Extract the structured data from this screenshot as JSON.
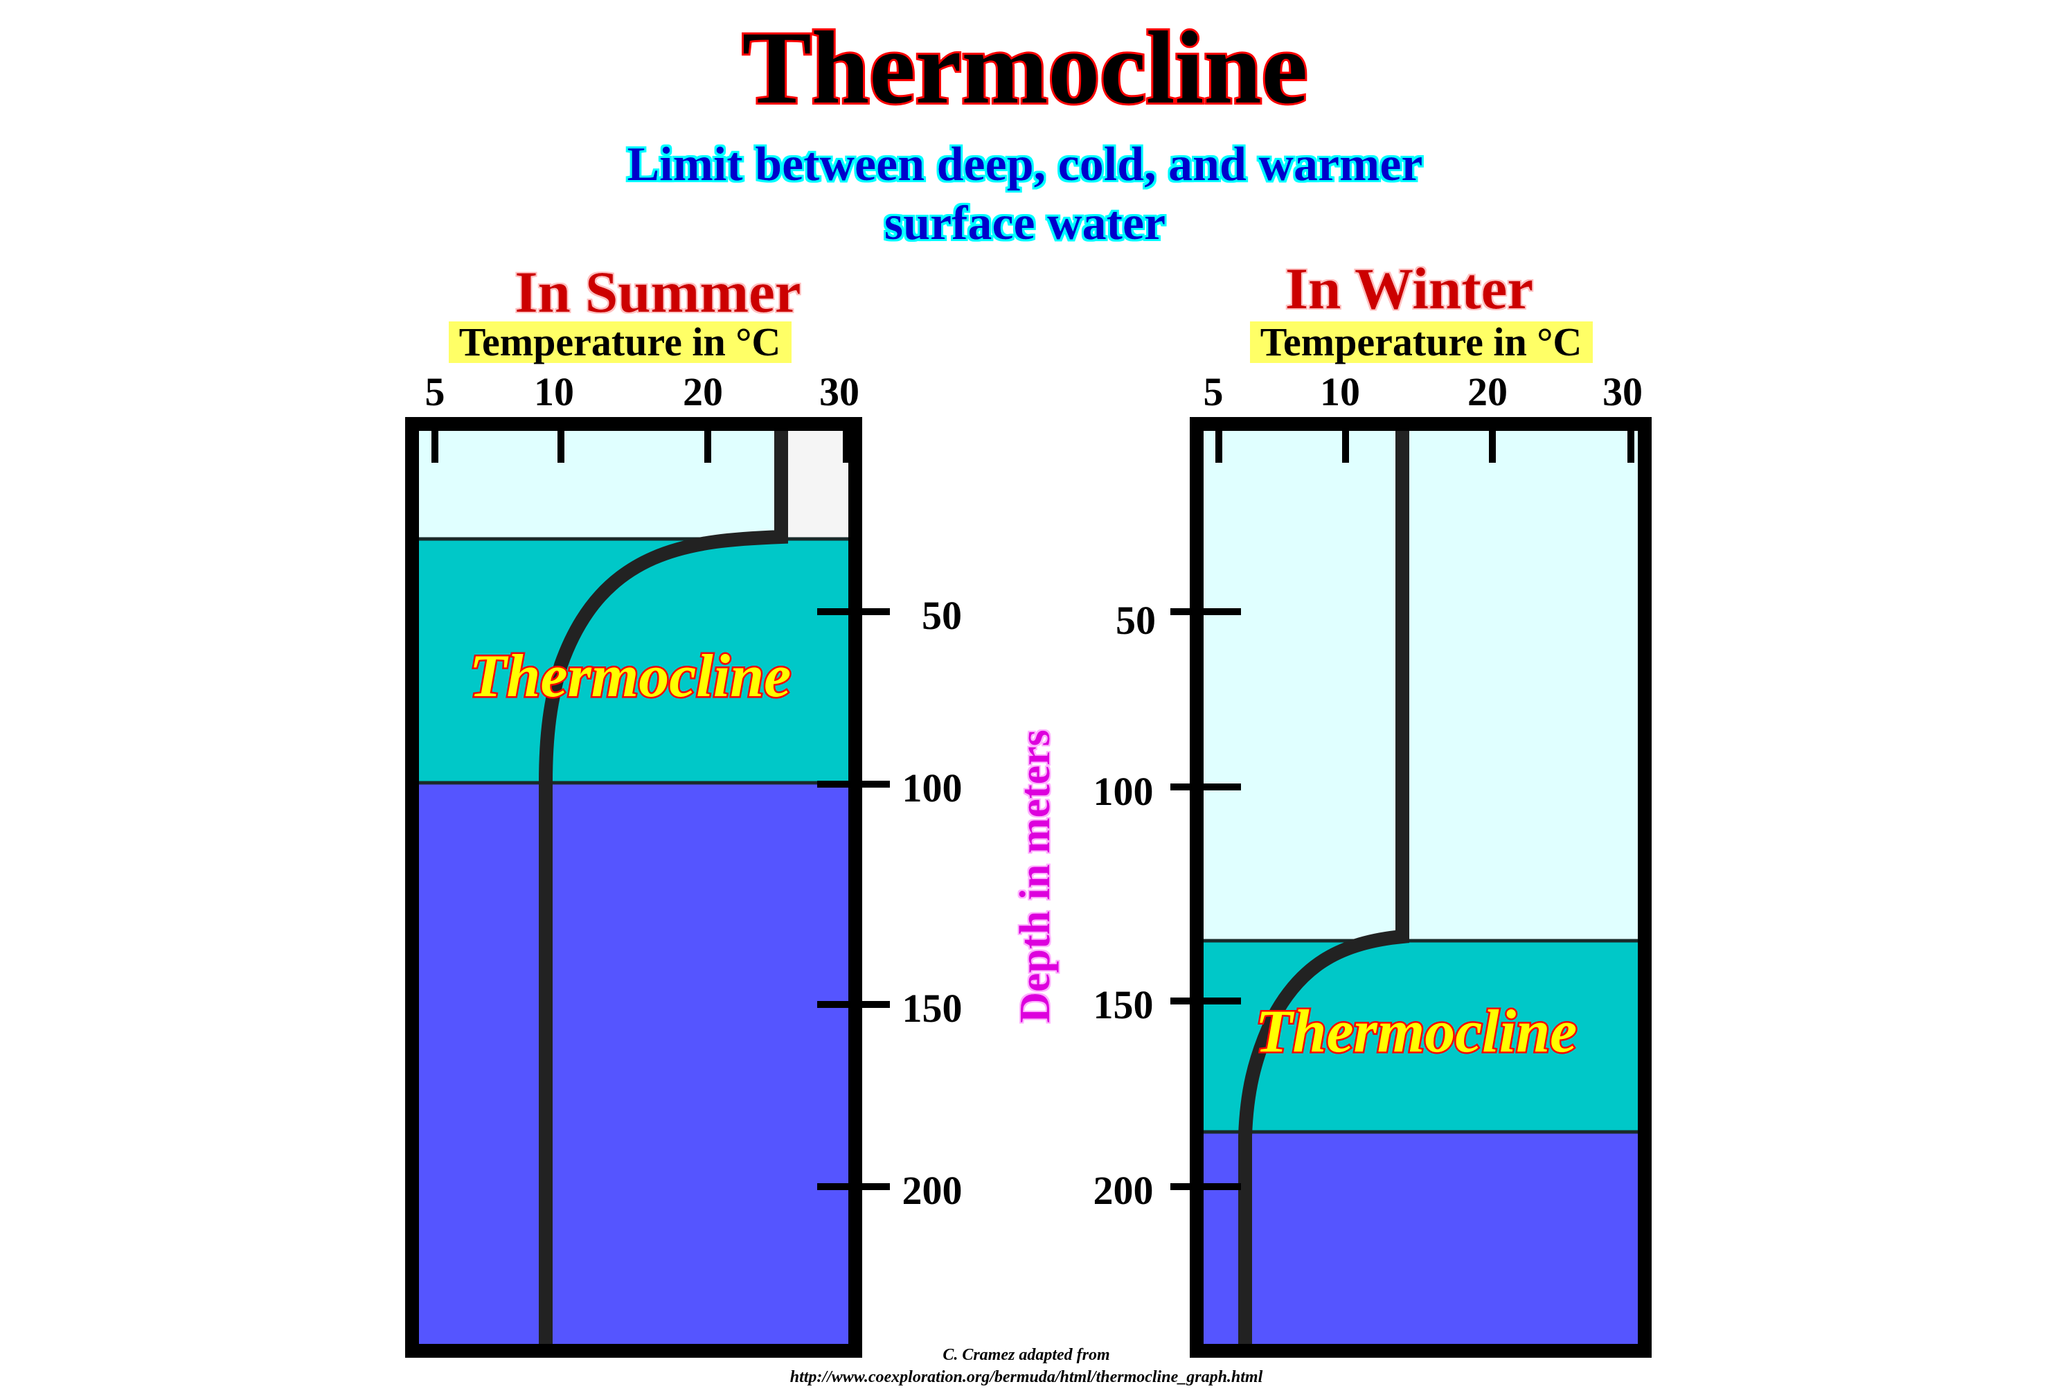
{
  "title": "Thermocline",
  "subtitle_line1": "Limit between deep, cold, and warmer",
  "subtitle_line2": "surface water",
  "colors": {
    "title_fill": "#000000",
    "title_outline": "#ff0000",
    "subtitle_fill": "#0000cc",
    "subtitle_glow": "#00ffff",
    "panel_title": "#cc0000",
    "axis_title_bg": "#ffff66",
    "surface_water": "#e0ffff",
    "thermocline_water": "#00c8c8",
    "deep_water": "#5555ff",
    "depth_label": "#dd00dd",
    "label_fill": "#ffff00",
    "label_outline": "#ff0000"
  },
  "depth_axis_title": "Depth in meters",
  "credit_line1": "C. Cramez adapted from",
  "credit_line2": "http://www.coexploration.org/bermuda/html/thermocline_graph.html",
  "panels": [
    {
      "id": "summer",
      "title": "In Summer",
      "x_axis_title": "Temperature in °C",
      "x_ticks": [
        "5",
        "10",
        "20",
        "30"
      ],
      "depth_ticks": [
        "50",
        "100",
        "150",
        "200"
      ],
      "zone_label": "Thermocline",
      "mixed_layer_bottom_m": 28,
      "thermocline_bottom_m": 98,
      "surface_temp_c": 25,
      "deep_temp_c": 9
    },
    {
      "id": "winter",
      "title": "In Winter",
      "x_axis_title": "Temperature in °C",
      "x_ticks": [
        "5",
        "10",
        "20",
        "30"
      ],
      "depth_ticks": [
        "50",
        "100",
        "150",
        "200"
      ],
      "zone_label": "Thermocline",
      "mixed_layer_bottom_m": 141,
      "thermocline_bottom_m": 189,
      "surface_temp_c": 14,
      "deep_temp_c": 7
    }
  ]
}
